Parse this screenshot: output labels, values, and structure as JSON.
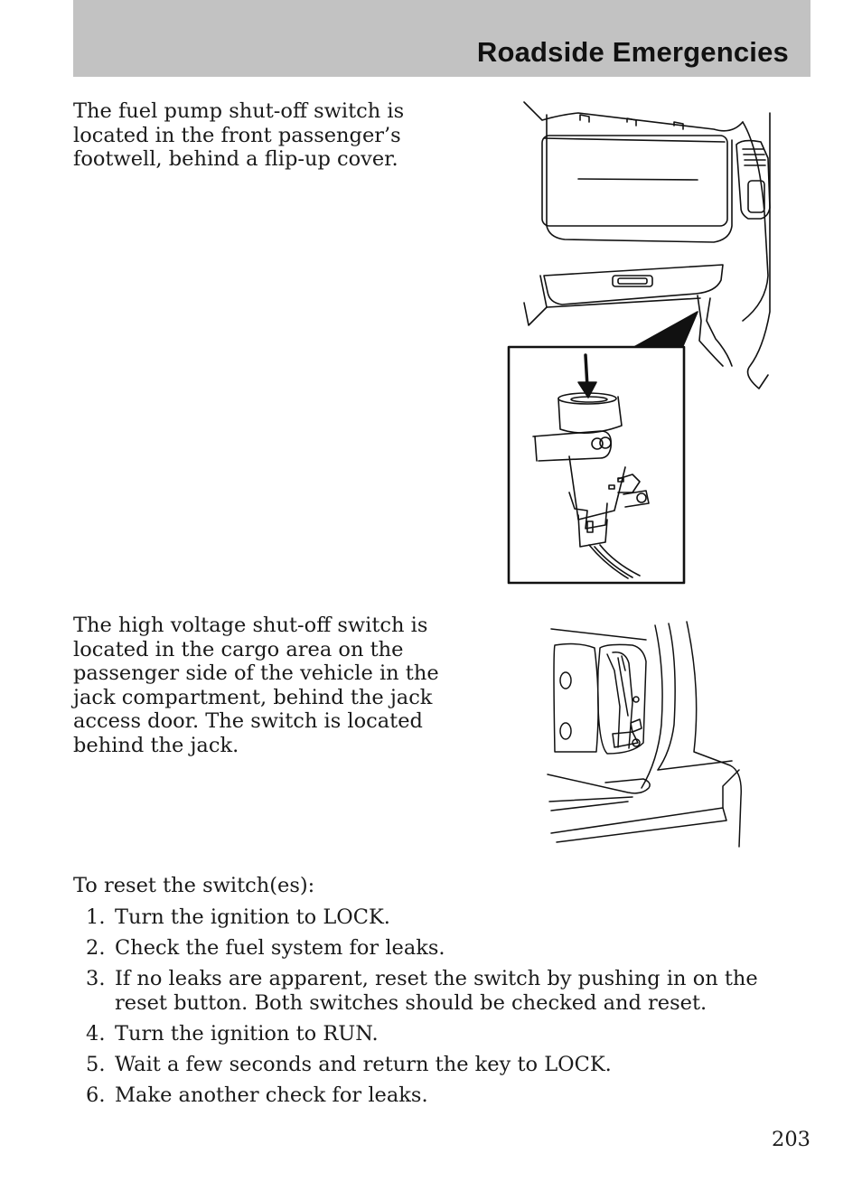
{
  "header": {
    "title": "Roadside Emergencies"
  },
  "section1": {
    "text": "The fuel pump shut-off switch is\nlocated in the front passenger’s\nfootwell, behind a flip-up cover."
  },
  "section2": {
    "text": "The high voltage shut-off switch is\nlocated in the cargo area on the\npassenger side of the vehicle in the\njack compartment, behind the jack\naccess door. The switch is located\nbehind the jack."
  },
  "reset": {
    "intro": "To reset the switch(es):",
    "steps": [
      {
        "num": "1.",
        "text": "Turn the ignition to LOCK."
      },
      {
        "num": "2.",
        "text": "Check the fuel system for leaks."
      },
      {
        "num": "3.",
        "text": "If no leaks are apparent, reset the switch by pushing in on the reset button. Both switches should be checked and reset."
      },
      {
        "num": "4.",
        "text": "Turn the ignition to RUN."
      },
      {
        "num": "5.",
        "text": "Wait a few seconds and return the key to LOCK."
      },
      {
        "num": "6.",
        "text": "Make another check for leaks."
      }
    ]
  },
  "footer": {
    "page_number": "203"
  }
}
